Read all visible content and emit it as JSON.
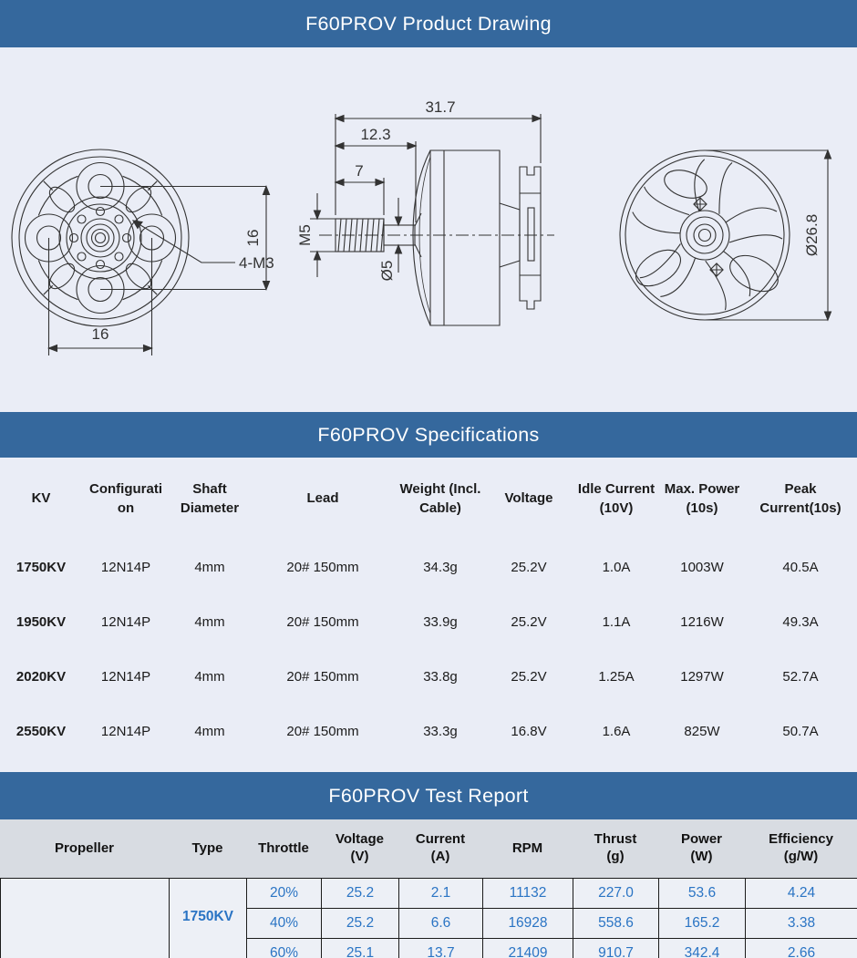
{
  "banners": {
    "drawing": "F60PROV Product Drawing",
    "specs": "F60PROV Specifications",
    "test": "F60PROV Test Report"
  },
  "colors": {
    "banner_bg": "#35689d",
    "page_bg": "#eaedf6",
    "test_header_bg": "#d8dce2",
    "test_value_blue": "#2a74c4",
    "line_color": "#333333"
  },
  "drawing": {
    "front": {
      "mount_holes": "4-M3",
      "hole_spacing_vertical": "16",
      "hole_spacing_horizontal": "16"
    },
    "side": {
      "overall_length": "31.7",
      "shaft_section": "12.3",
      "thread_length": "7",
      "thread_spec": "M5",
      "shaft_diameter": "Ø5"
    },
    "rear": {
      "bell_diameter": "Ø26.8"
    }
  },
  "spec_table": {
    "headers": [
      "KV",
      "Configuration",
      "Shaft Diameter",
      "Lead",
      "Weight (Incl. Cable)",
      "Voltage",
      "Idle Current (10V)",
      "Max. Power (10s)",
      "Peak Current(10s)"
    ],
    "rows": [
      [
        "1750KV",
        "12N14P",
        "4mm",
        "20# 150mm",
        "34.3g",
        "25.2V",
        "1.0A",
        "1003W",
        "40.5A"
      ],
      [
        "1950KV",
        "12N14P",
        "4mm",
        "20# 150mm",
        "33.9g",
        "25.2V",
        "1.1A",
        "1216W",
        "49.3A"
      ],
      [
        "2020KV",
        "12N14P",
        "4mm",
        "20# 150mm",
        "33.8g",
        "25.2V",
        "1.25A",
        "1297W",
        "52.7A"
      ],
      [
        "2550KV",
        "12N14P",
        "4mm",
        "20# 150mm",
        "33.3g",
        "16.8V",
        "1.6A",
        "825W",
        "50.7A"
      ]
    ]
  },
  "test_table": {
    "headers": [
      "Propeller",
      "Type",
      "Throttle",
      "Voltage\n(V)",
      "Current\n(A)",
      "RPM",
      "Thrust\n(g)",
      "Power\n(W)",
      "Efficiency\n(g/W)"
    ],
    "type_value": "1750KV",
    "propeller_value": "",
    "rows": [
      [
        "20%",
        "25.2",
        "2.1",
        "11132",
        "227.0",
        "53.6",
        "4.24"
      ],
      [
        "40%",
        "25.2",
        "6.6",
        "16928",
        "558.6",
        "165.2",
        "3.38"
      ],
      [
        "60%",
        "25.1",
        "13.7",
        "21409",
        "910.7",
        "342.4",
        "2.66"
      ]
    ]
  }
}
